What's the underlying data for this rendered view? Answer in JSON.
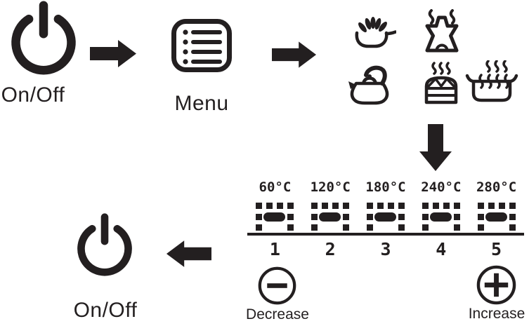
{
  "colors": {
    "ink": "#231f20",
    "background": "#ffffff"
  },
  "steps": {
    "power_on": {
      "label": "On/Off",
      "icon": "power-icon"
    },
    "menu": {
      "label": "Menu",
      "icon": "menu-list-icon"
    },
    "power_off": {
      "label": "On/Off",
      "icon": "power-icon"
    }
  },
  "cooking_modes": [
    {
      "icon": "stir-fry-pan-icon"
    },
    {
      "icon": "hotpot-stove-icon"
    },
    {
      "icon": "kettle-boil-icon"
    },
    {
      "icon": "steamer-cake-icon"
    },
    {
      "icon": "boiling-pot-icon"
    }
  ],
  "temperature_scale": {
    "temperatures": [
      "60°C",
      "120°C",
      "180°C",
      "240°C",
      "280°C"
    ],
    "levels": [
      "1",
      "2",
      "3",
      "4",
      "5"
    ]
  },
  "controls": {
    "decrease": {
      "label": "Decrease",
      "icon": "minus-circle-icon"
    },
    "increase": {
      "label": "Increase",
      "icon": "plus-circle-icon"
    }
  }
}
